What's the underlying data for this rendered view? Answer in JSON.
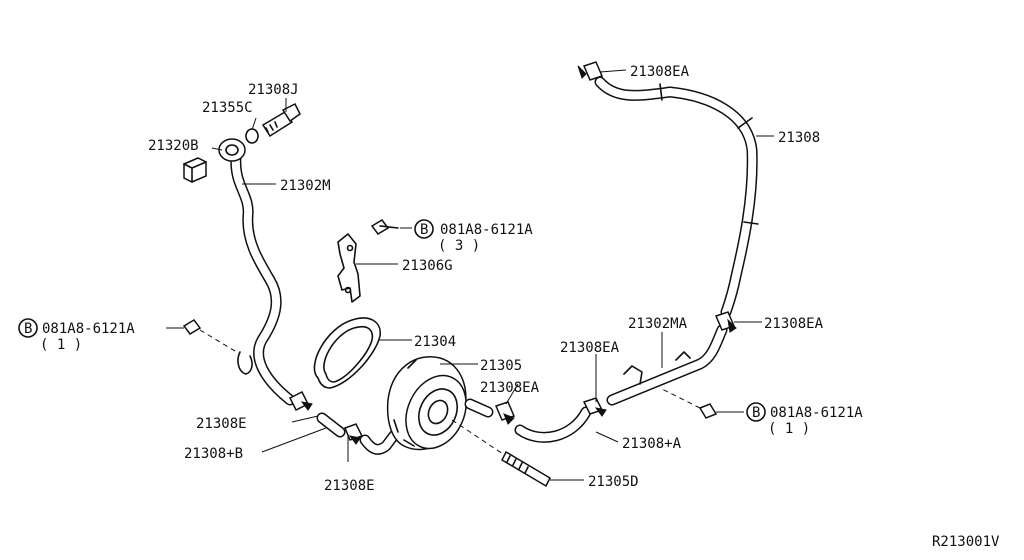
{
  "labels": {
    "l_21308J": "21308J",
    "l_21355C": "21355C",
    "l_21320B": "21320B",
    "l_21302M": "21302M",
    "l_21306G": "21306G",
    "l_21304": "21304",
    "l_21305": "21305",
    "l_21308E_a": "21308E",
    "l_21308B": "21308+B",
    "l_21308E_b": "21308E",
    "l_21305D": "21305D",
    "l_21308EA_top": "21308EA",
    "l_21308": "21308",
    "l_21302MA": "21302MA",
    "l_21308EA_right": "21308EA",
    "l_21308EA_mid": "21308EA",
    "l_21308EA_low": "21308EA",
    "l_21308A": "21308+A"
  },
  "bolts": {
    "left": {
      "circle": "B",
      "part": "081A8-6121A",
      "qty": "( 1 )"
    },
    "middle": {
      "circle": "B",
      "part": "081A8-6121A",
      "qty": "( 3 )"
    },
    "right": {
      "circle": "B",
      "part": "081A8-6121A",
      "qty": "( 1 )"
    }
  },
  "diagram_id": "R213001V"
}
